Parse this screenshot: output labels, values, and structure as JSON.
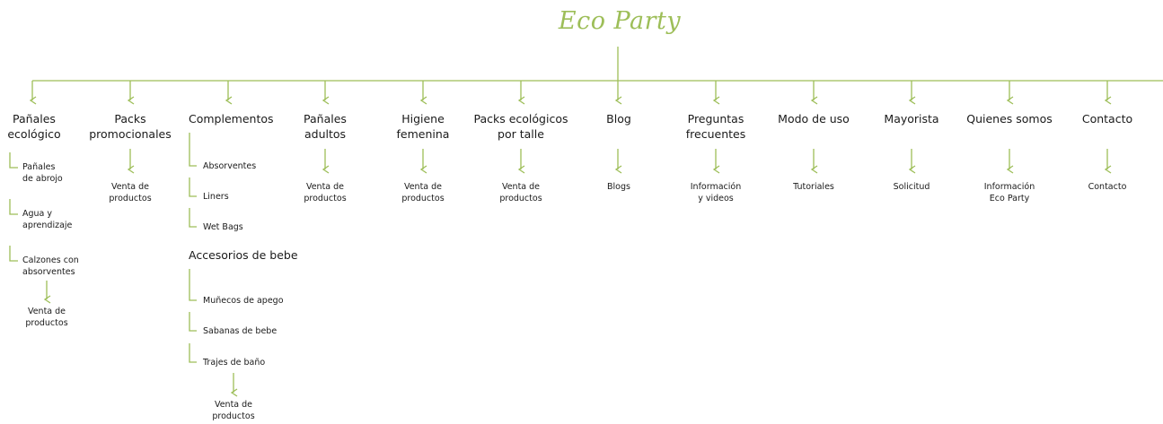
{
  "title": "Eco Party",
  "accent_color": "#9dbe58",
  "columns": {
    "panales": {
      "header": "Pañales\necológico",
      "items": [
        "Pañales\nde abrojo",
        "Agua y\naprendizaje",
        "Calzones con\nabsorventes"
      ],
      "result": "Venta de\nproductos"
    },
    "packs": {
      "header": "Packs\npromocionales",
      "result": "Venta de\nproductos"
    },
    "complementos": {
      "header": "Complementos",
      "items": [
        "Absorventes",
        "Liners",
        "Wet Bags"
      ],
      "subheader": "Accesorios de bebe",
      "subitems": [
        "Muñecos de apego",
        "Sabanas de bebe",
        "Trajes de baño"
      ],
      "result": "Venta de\nproductos"
    },
    "adultos": {
      "header": "Pañales\nadultos",
      "result": "Venta de\nproductos"
    },
    "higiene": {
      "header": "Higiene\nfemenina",
      "result": "Venta de\nproductos"
    },
    "talle": {
      "header": "Packs ecológicos\npor talle",
      "result": "Venta de\nproductos"
    },
    "blog": {
      "header": "Blog",
      "result": "Blogs"
    },
    "preguntas": {
      "header": "Preguntas\nfrecuentes",
      "result": "Información\ny videos"
    },
    "modo": {
      "header": "Modo de uso",
      "result": "Tutoriales"
    },
    "mayorista": {
      "header": "Mayorista",
      "result": "Solicitud"
    },
    "quienes": {
      "header": "Quienes somos",
      "result": "Información\nEco Party"
    },
    "contacto": {
      "header": "Contacto",
      "result": "Contacto"
    }
  }
}
